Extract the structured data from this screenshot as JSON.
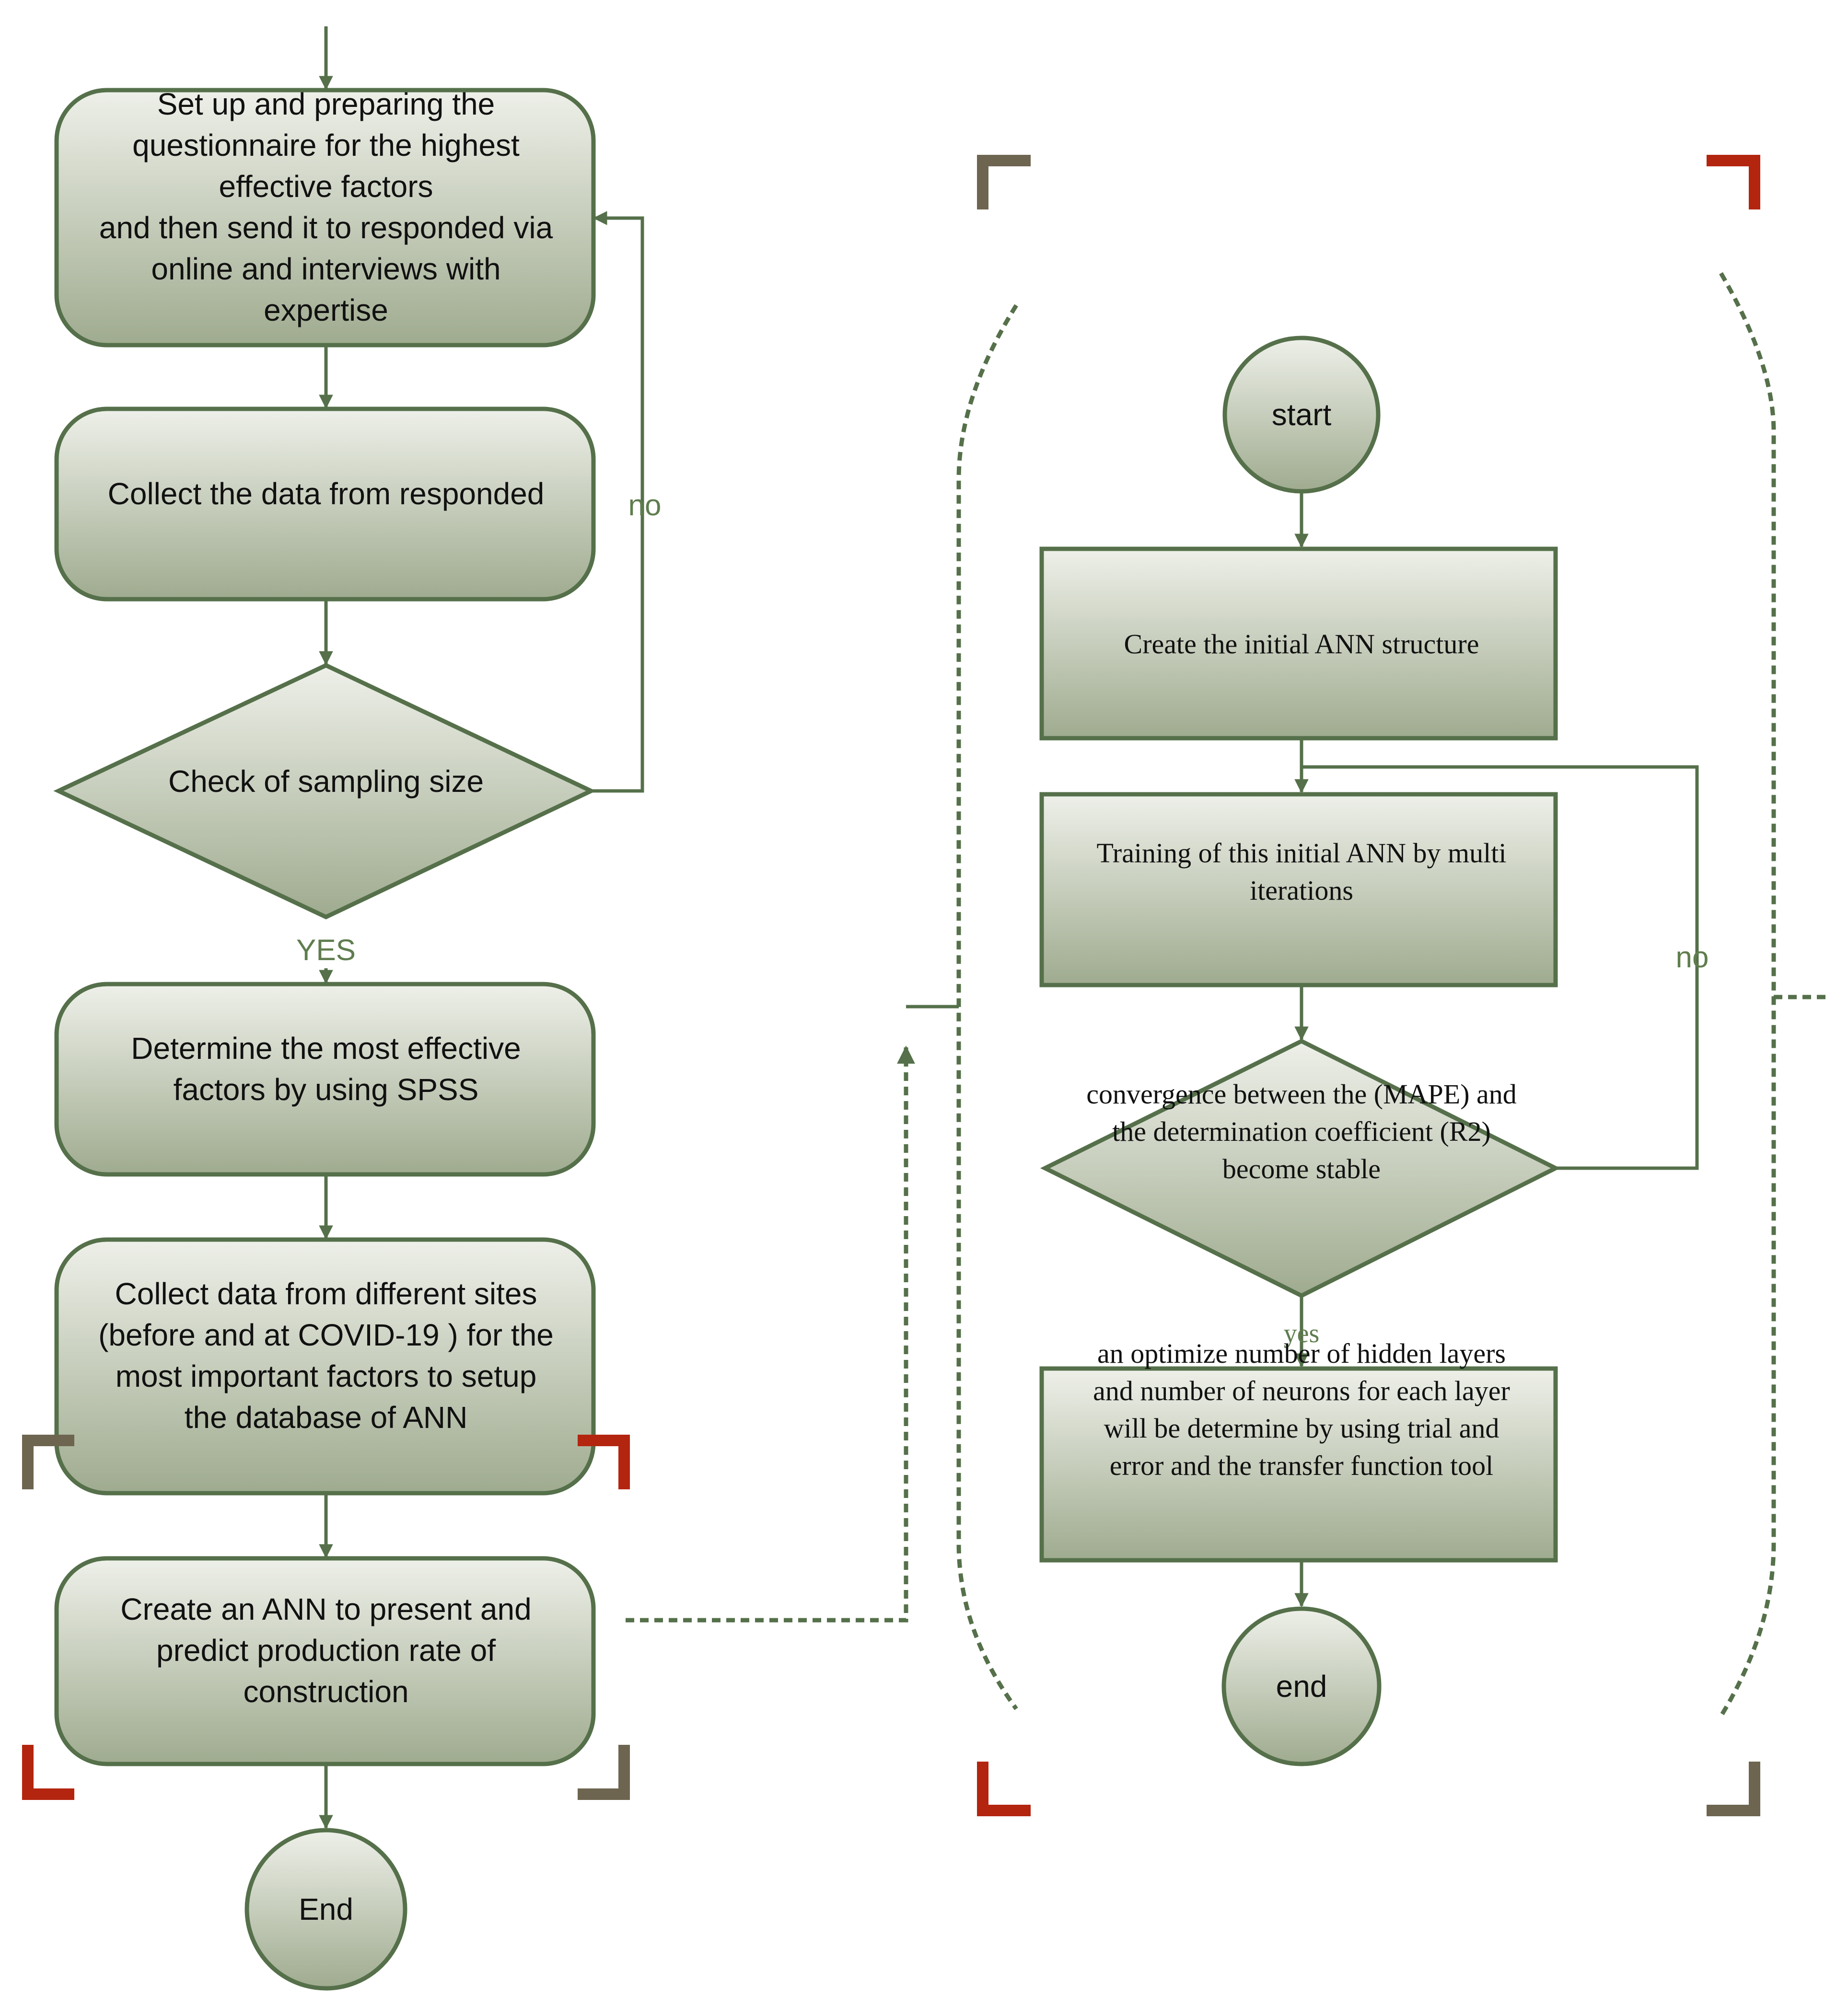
{
  "colors": {
    "node_stroke": "#55704a",
    "fill_top": "#eef0e9",
    "fill_bottom": "#9fab8f",
    "label_green": "#5f7d4e",
    "bracket_olive": "#6d6550",
    "bracket_red": "#b3250f"
  },
  "left_flow": {
    "step1": [
      "Set up and preparing the",
      "questionnaire for the highest",
      "effective factors",
      "and then send it to responded via",
      "online and interviews with",
      "expertise"
    ],
    "step2": [
      "Collect the data from  responded"
    ],
    "decision": [
      "Check of sampling size"
    ],
    "decision_no": "no",
    "decision_yes": "YES",
    "step3": [
      "Determine the most effective",
      "factors by using SPSS"
    ],
    "step4": [
      "Collect data from different sites",
      "(before and at COVID-19 ) for the",
      "most important factors to setup",
      "the database of ANN"
    ],
    "step5": [
      "Create an ANN to present and",
      "predict  production rate of",
      "construction"
    ],
    "end": "End"
  },
  "right_flow": {
    "start": "start",
    "step1": [
      "Create the initial ANN structure"
    ],
    "step2": [
      "Training of this initial ANN by multi",
      "iterations"
    ],
    "decision": [
      "convergence between the (MAPE) and",
      "the determination coefficient (R2)",
      "become stable"
    ],
    "decision_no": "no",
    "decision_yes": "yes",
    "step3": [
      "an optimize number of hidden layers",
      "and number of neurons for each layer",
      "will be determine by using trial and",
      "error and the transfer function tool"
    ],
    "end": "end"
  }
}
